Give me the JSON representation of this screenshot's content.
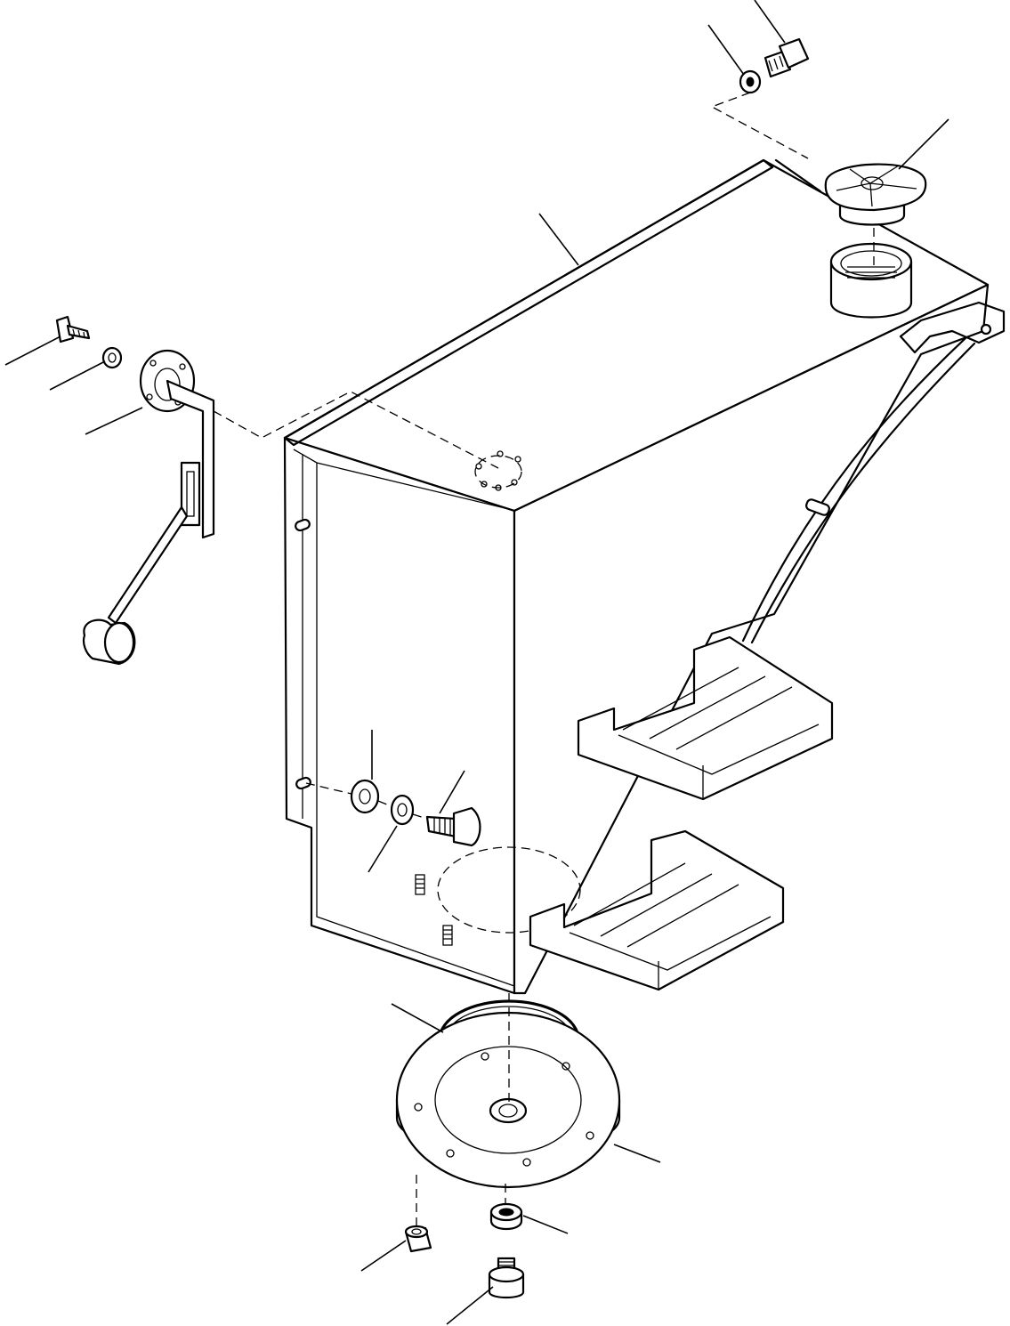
{
  "diagram": {
    "background": "#ffffff",
    "stroke_color": "#000000",
    "parts": [
      {
        "id": "fuel-tank",
        "icon": "tank-body"
      },
      {
        "id": "filler-cap",
        "icon": "cap"
      },
      {
        "id": "filler-neck",
        "icon": "threaded-neck"
      },
      {
        "id": "mount-bolt-top",
        "icon": "hex-bolt"
      },
      {
        "id": "mount-washer-top",
        "icon": "lock-washer"
      },
      {
        "id": "fuel-gauge-sender",
        "icon": "float-sender"
      },
      {
        "id": "sender-bolt",
        "icon": "hex-bolt"
      },
      {
        "id": "sender-washer",
        "icon": "washer"
      },
      {
        "id": "step-upper",
        "icon": "step"
      },
      {
        "id": "step-lower",
        "icon": "step"
      },
      {
        "id": "side-washer",
        "icon": "washer"
      },
      {
        "id": "side-lock-washer",
        "icon": "lock-washer"
      },
      {
        "id": "side-bolt",
        "icon": "hex-bolt"
      },
      {
        "id": "o-ring",
        "icon": "o-ring"
      },
      {
        "id": "cover-plate",
        "icon": "flange-cover"
      },
      {
        "id": "drain-plug",
        "icon": "plug"
      },
      {
        "id": "cover-washer",
        "icon": "lock-washer"
      },
      {
        "id": "cover-bolt",
        "icon": "hex-bolt"
      }
    ]
  }
}
